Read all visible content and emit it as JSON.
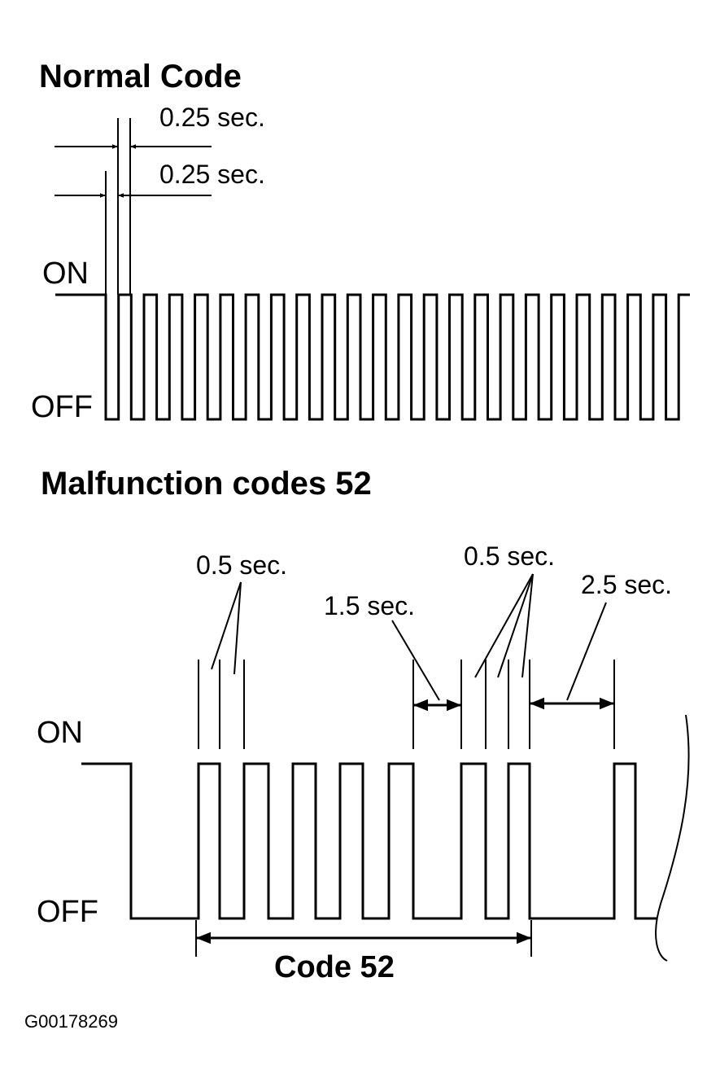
{
  "normal_code": {
    "title": "Normal Code",
    "on_label": "ON",
    "off_label": "OFF",
    "timing_top": "0.25 sec.",
    "timing_bottom": "0.25 sec."
  },
  "malfunction": {
    "title": "Malfunction codes 52",
    "on_label": "ON",
    "off_label": "OFF",
    "timing_first_pulses": "0.5 sec.",
    "timing_gap": "1.5 sec.",
    "timing_second_pulses": "0.5 sec.",
    "timing_pause": "2.5 sec.",
    "code_label": "Code 52"
  },
  "figure_id": "G00178269",
  "colors": {
    "line": "#000000",
    "background": "#ffffff"
  }
}
